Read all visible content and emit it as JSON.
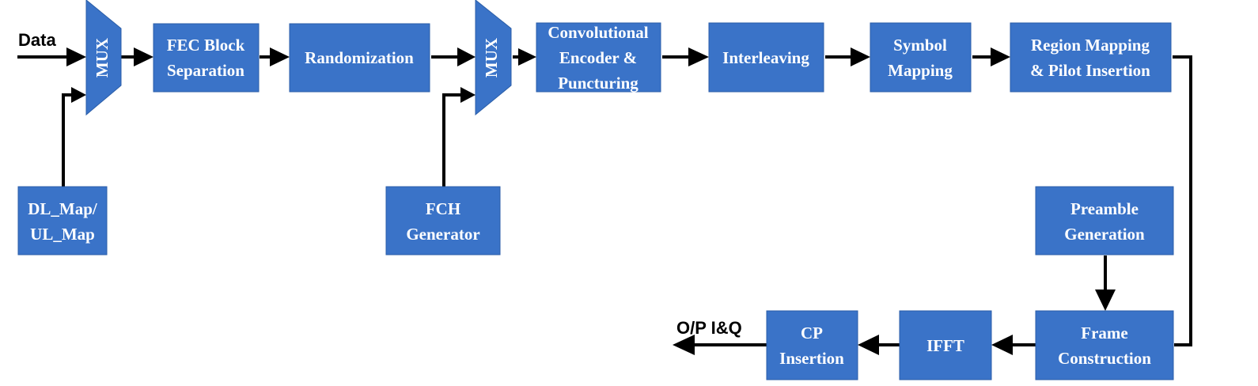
{
  "labels": {
    "input": "Data",
    "output": "O/P I&Q"
  },
  "mux": {
    "first": "MUX",
    "second": "MUX"
  },
  "blocks": {
    "fec": [
      "FEC Block",
      "Separation"
    ],
    "randomization": [
      "Randomization"
    ],
    "convolutional": [
      "Convolutional",
      "Encoder &",
      "Puncturing"
    ],
    "interleaving": [
      "Interleaving"
    ],
    "symbol_mapping": [
      "Symbol",
      "Mapping"
    ],
    "region_mapping": [
      "Region Mapping",
      "& Pilot Insertion"
    ],
    "dl_ul_map": [
      "DL_Map/",
      "UL_Map"
    ],
    "fch_generator": [
      "FCH",
      "Generator"
    ],
    "preamble": [
      "Preamble",
      "Generation"
    ],
    "frame_construction": [
      "Frame",
      "Construction"
    ],
    "ifft": [
      "IFFT"
    ],
    "cp_insertion": [
      "CP",
      "Insertion"
    ]
  },
  "colors": {
    "block_fill": "#3a73c8",
    "line": "#000000",
    "text_on_block": "#ffffff"
  }
}
